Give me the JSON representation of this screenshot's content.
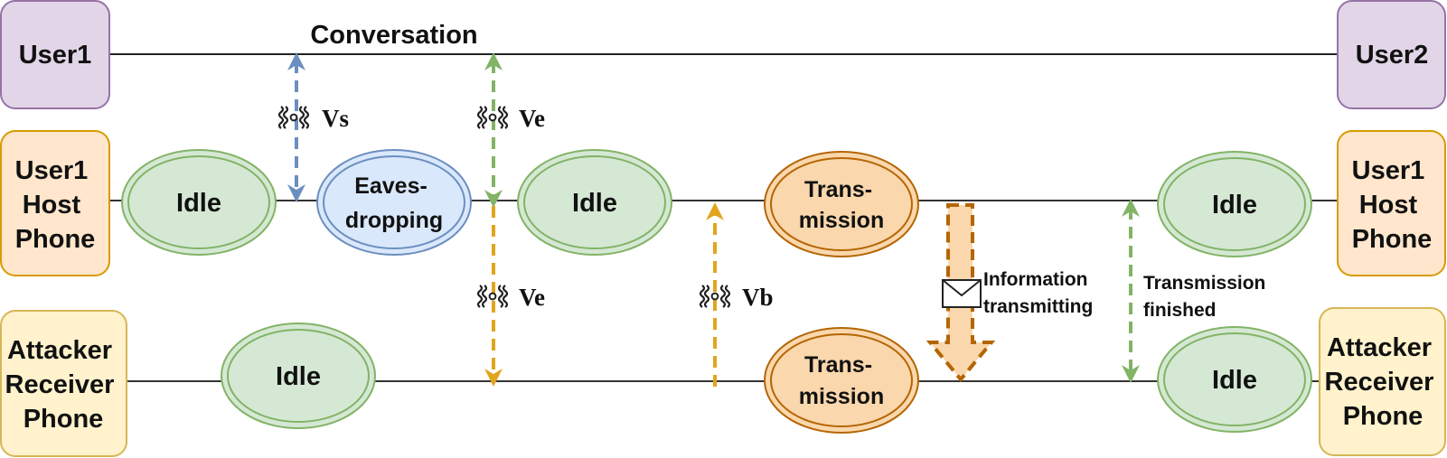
{
  "colors": {
    "user_fill": "#e1d5e7",
    "user_stroke": "#9673a6",
    "host_fill": "#ffe6cc",
    "host_stroke": "#d79b00",
    "attacker_fill": "#fff2cc",
    "attacker_stroke": "#d6b656",
    "idle_fill": "#d5e8d4",
    "idle_stroke": "#82b366",
    "eaves_fill": "#dae8fc",
    "eaves_stroke": "#6c8ebf",
    "trans_fill": "#fad7ac",
    "trans_stroke": "#b46504",
    "arrow_blue": "#6c8ebf",
    "arrow_green": "#82b366",
    "arrow_orange": "#e1a51c"
  },
  "top_line": {
    "label": "Conversation"
  },
  "boxes": {
    "user1": {
      "label": "User1"
    },
    "user2": {
      "label": "User2"
    },
    "host_left": {
      "lines": [
        "User1",
        "Host",
        "Phone"
      ]
    },
    "host_right": {
      "lines": [
        "User1",
        "Host",
        "Phone"
      ]
    },
    "attacker_left": {
      "lines": [
        "Attacker",
        "Receiver",
        "Phone"
      ]
    },
    "attacker_right": {
      "lines": [
        "Attacker",
        "Receiver",
        "Phone"
      ]
    }
  },
  "states": {
    "host_idle_1": {
      "lines": [
        "Idle"
      ]
    },
    "host_eaves": {
      "lines": [
        "Eaves-",
        "dropping"
      ]
    },
    "host_idle_2": {
      "lines": [
        "Idle"
      ]
    },
    "host_trans": {
      "lines": [
        "Trans-",
        "mission"
      ]
    },
    "host_idle_3": {
      "lines": [
        "Idle"
      ]
    },
    "att_idle_1": {
      "lines": [
        "Idle"
      ]
    },
    "att_trans": {
      "lines": [
        "Trans-",
        "mission"
      ]
    },
    "att_idle_2": {
      "lines": [
        "Idle"
      ]
    }
  },
  "voice_labels": {
    "vs": "Vs",
    "ve_top": "Ve",
    "ve_bottom": "Ve",
    "vb": "Vb"
  },
  "notes": {
    "info": [
      "Information",
      "transmitting"
    ],
    "finished": [
      "Transmission",
      "finished"
    ]
  }
}
